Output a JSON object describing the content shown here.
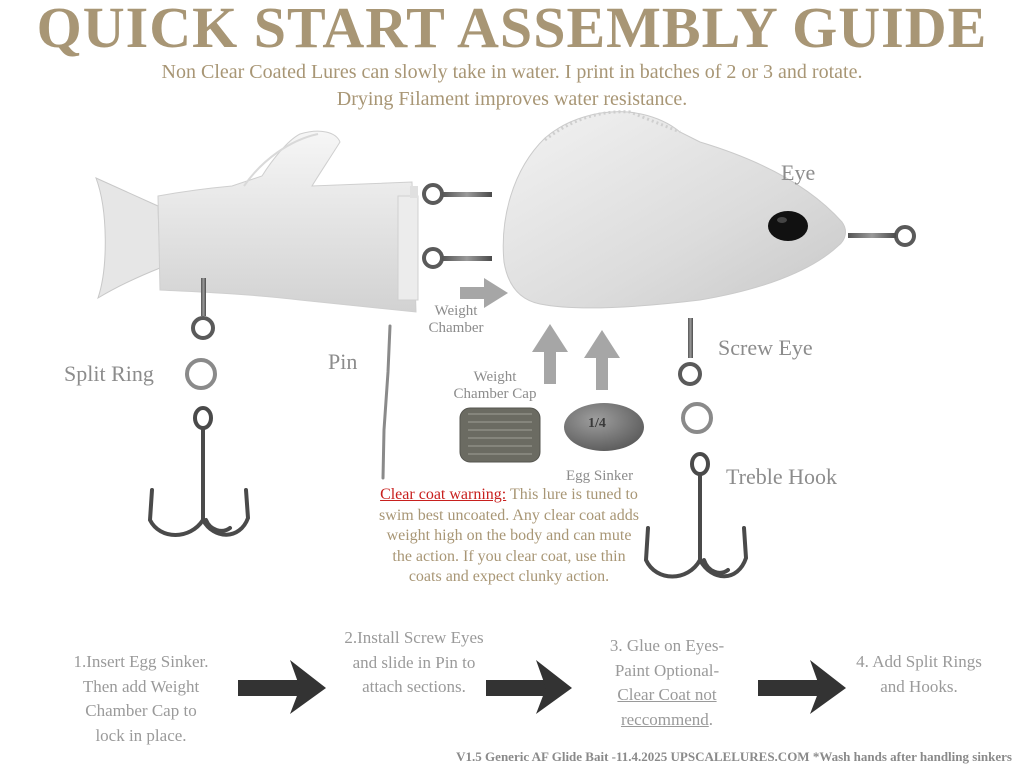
{
  "header": {
    "title": "QUICK START ASSEMBLY GUIDE",
    "subtitle_line1": "Non Clear Coated Lures can slowly take in water. I print in batches of 2 or 3 and rotate.",
    "subtitle_line2": "Drying Filament improves water resistance."
  },
  "labels": {
    "eye": "Eye",
    "weight_chamber_line1": "Weight",
    "weight_chamber_line2": "Chamber",
    "pin": "Pin",
    "split_ring": "Split Ring",
    "screw_eye": "Screw Eye",
    "weight_chamber_cap_line1": "Weight",
    "weight_chamber_cap_line2": "Chamber Cap",
    "egg_sinker": "Egg Sinker",
    "treble_hook": "Treble Hook",
    "sinker_mark": "1/4"
  },
  "warning": {
    "head": "Clear coat warning:",
    "body": " This lure is tuned to swim best uncoated. Any clear coat adds weight high on the body and can mute the action. If you clear coat, use thin coats and expect clunky action."
  },
  "steps": {
    "step1": {
      "line1": "1.Insert Egg Sinker.",
      "line2": "Then add Weight",
      "line3": "Chamber Cap to",
      "line4": "lock in place."
    },
    "step2": {
      "line1": "2.Install Screw Eyes",
      "line2": "and slide in Pin to",
      "line3": "attach sections."
    },
    "step3": {
      "line1": "3. Glue on Eyes-",
      "line2": "Paint Optional-",
      "line3": "Clear Coat not",
      "line4": "reccommend",
      "line4_suffix": "."
    },
    "step4": {
      "line1": "4. Add Split Rings",
      "line2": "and Hooks."
    }
  },
  "footer": {
    "text": "V1.5 Generic AF Glide Bait -11.4.2025 UPSCALELURES.COM *Wash hands after handling sinkers"
  },
  "colors": {
    "title_tan": "#a89675",
    "label_gray": "#8c8c8c",
    "warning_red": "#c8201e",
    "arrow_dark": "#333333",
    "arrow_gray": "#a6a6a6"
  }
}
